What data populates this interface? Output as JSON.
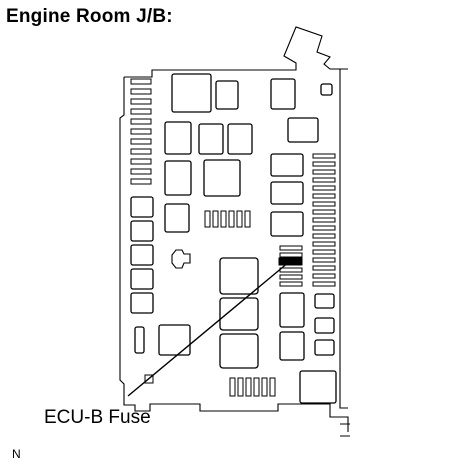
{
  "title": "Engine Room J/B:",
  "callout": {
    "label": "ECU-B Fuse"
  },
  "figure_code": "N",
  "colors": {
    "line": "#000000",
    "background": "#ffffff",
    "highlight_fuse": "#000000"
  }
}
